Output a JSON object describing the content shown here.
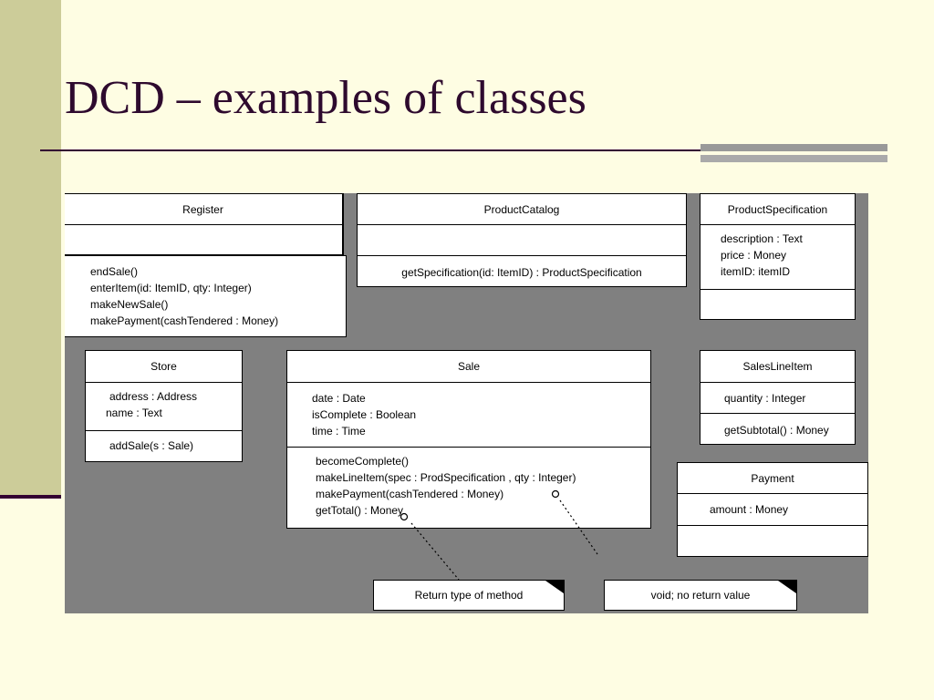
{
  "slide": {
    "title": "DCD – examples of classes"
  },
  "classes": {
    "register": {
      "name": "Register",
      "attributes": [],
      "operations": [
        "endSale()",
        "enterItem(id: ItemID, qty: Integer)",
        "makeNewSale()",
        "makePayment(cashTendered : Money)"
      ]
    },
    "product_catalog": {
      "name": "ProductCatalog",
      "attributes": [],
      "operations": [
        "getSpecification(id: ItemID) : ProductSpecification"
      ]
    },
    "product_specification": {
      "name": "ProductSpecification",
      "attributes": [
        "description : Text",
        "price : Money",
        "itemID: itemID"
      ],
      "operations": []
    },
    "store": {
      "name": "Store",
      "attributes": [
        "address : Address",
        "name : Text"
      ],
      "operations": [
        "addSale(s : Sale)"
      ]
    },
    "sale": {
      "name": "Sale",
      "attributes": [
        "date : Date",
        "isComplete : Boolean",
        "time : Time"
      ],
      "operations": [
        "becomeComplete()",
        "makeLineItem(spec : ProdSpecification , qty : Integer)",
        "makePayment(cashTendered : Money)",
        "getTotal() : Money"
      ]
    },
    "sales_line_item": {
      "name": "SalesLineItem",
      "attributes": [
        "quantity : Integer"
      ],
      "operations": [
        "getSubtotal() : Money"
      ]
    },
    "payment": {
      "name": "Payment",
      "attributes": [
        "amount : Money"
      ],
      "operations": []
    }
  },
  "notes": {
    "return_type": "Return type of method",
    "void": "void; no return value"
  },
  "colors": {
    "background": "#fefde3",
    "accent": "#330033",
    "side_bar": "#cccc99",
    "diagram_bg": "#808080"
  }
}
